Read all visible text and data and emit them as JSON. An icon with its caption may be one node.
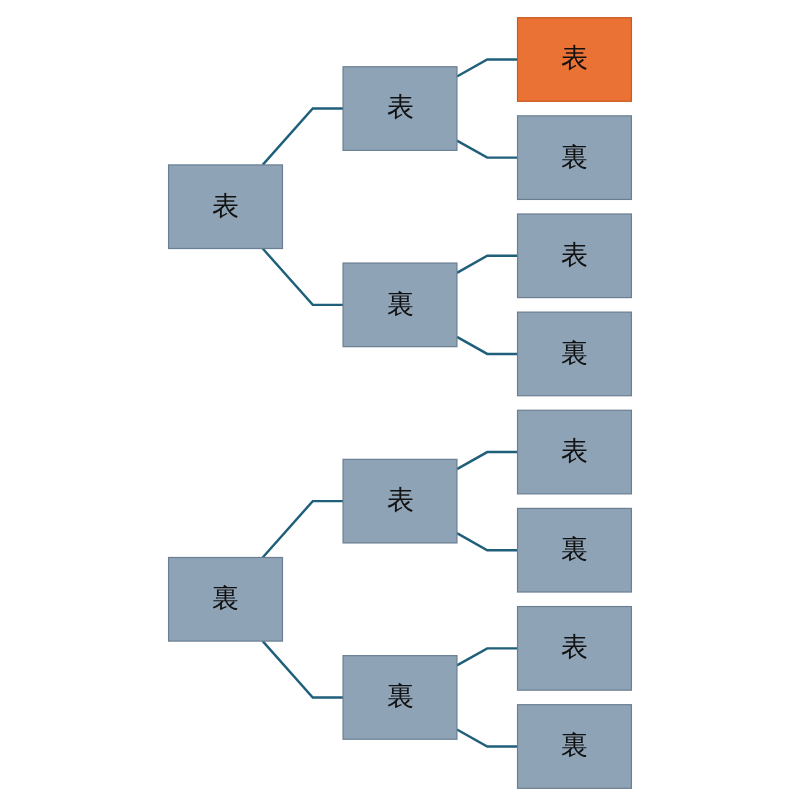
{
  "diagram": {
    "nodes": [
      {
        "text": [
          "表"
        ]
      },
      {
        "text": [
          "表"
        ]
      },
      {
        "text": [
          "表"
        ]
      },
      {
        "text": [
          "裏"
        ]
      },
      {
        "text": [
          "裏"
        ]
      },
      {
        "text": [
          "表"
        ]
      },
      {
        "text": [
          "裏"
        ]
      },
      {
        "text": [
          "裏"
        ]
      },
      {
        "text": [
          "表"
        ]
      },
      {
        "text": [
          "表"
        ]
      },
      {
        "text": [
          "裏"
        ]
      },
      {
        "text": [
          "裏"
        ]
      },
      {
        "text": [
          "表"
        ]
      },
      {
        "text": [
          "裏"
        ]
      }
    ],
    "edges": [
      {
        "from": 0,
        "to": 1,
        "arrow": "none"
      },
      {
        "from": 0,
        "to": 4,
        "arrow": "none"
      },
      {
        "from": 1,
        "to": 2,
        "arrow": "none"
      },
      {
        "from": 1,
        "to": 3,
        "arrow": "none"
      },
      {
        "from": 4,
        "to": 5,
        "arrow": "none"
      },
      {
        "from": 4,
        "to": 6,
        "arrow": "none"
      },
      {
        "from": 7,
        "to": 8,
        "arrow": "none"
      },
      {
        "from": 7,
        "to": 11,
        "arrow": "none"
      },
      {
        "from": 8,
        "to": 9,
        "arrow": "none"
      },
      {
        "from": 8,
        "to": 10,
        "arrow": "none"
      },
      {
        "from": 11,
        "to": 12,
        "arrow": "none"
      },
      {
        "from": 11,
        "to": 13,
        "arrow": "none"
      }
    ]
  }
}
